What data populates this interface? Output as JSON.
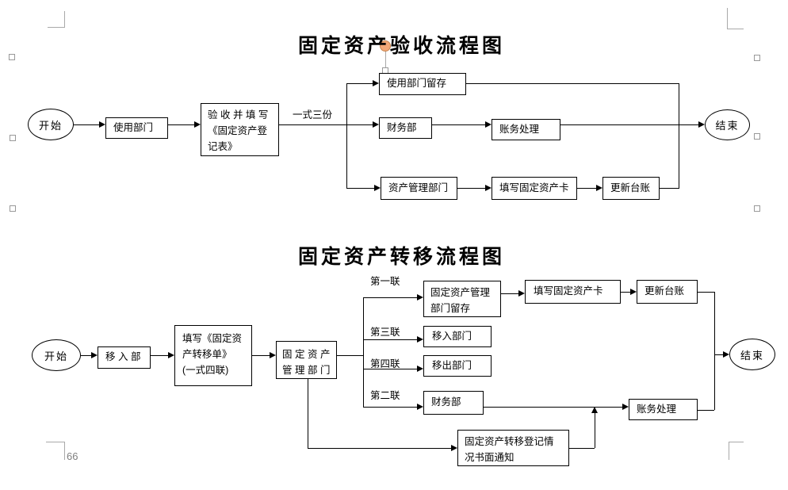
{
  "document": {
    "page_number": "66"
  },
  "colors": {
    "flow_line": "#000000",
    "boundary_mark": "#a9a9a9",
    "rotation_handle": "#f2a878"
  },
  "chart1": {
    "title": "固定资产验收流程图",
    "annotation": "一式三份",
    "nodes": {
      "start": "开始",
      "use_dept": "使用部门",
      "accept_register": "验 收 并 填 写《固定资产登记表》",
      "use_dept_keep": "使用部门留存",
      "finance_dept": "财务部",
      "account_handle": "账务处理",
      "asset_dept": "资产管理部门",
      "fill_card": "填写固定资产卡",
      "update_ledger": "更新台账",
      "end": "结束"
    }
  },
  "chart2": {
    "title": "固定资产转移流程图",
    "copy_labels": {
      "first": "第一联",
      "third": "第三联",
      "fourth": "第四联",
      "second": "第二联"
    },
    "nodes": {
      "start": "开始",
      "move_in_dept_short": "移 入 部",
      "fill_transfer": "填写《固定资产转移单》(一式四联)",
      "asset_mgmt_dept": "固定资产管理部门",
      "mgmt_keep": "固定资产管理部门留存",
      "move_in_dept": "移入部门",
      "move_out_dept": "移出部门",
      "finance_dept": "财务部",
      "fill_card": "填写固定资产卡",
      "update_ledger": "更新台账",
      "account_handle": "账务处理",
      "transfer_notice": "固定资产转移登记情况书面通知",
      "end": "结束"
    }
  }
}
